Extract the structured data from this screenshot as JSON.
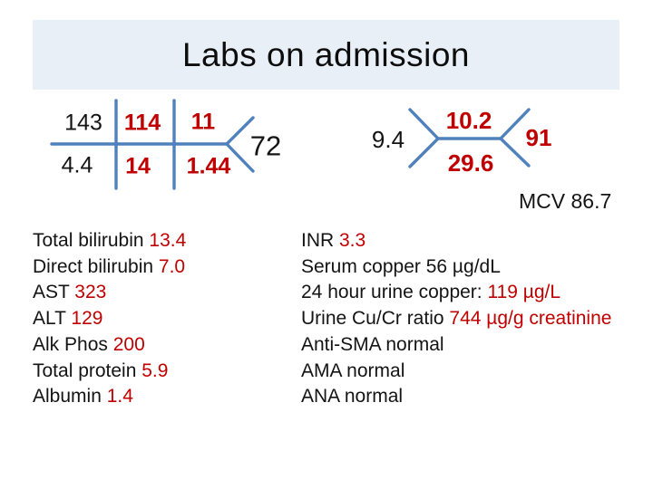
{
  "title": "Labs on admission",
  "colors": {
    "title_band_bg": "#e9eff7",
    "fishbone_line_blue": "#4f81bd",
    "abnormal_red": "#c00000",
    "normal_text": "#141414"
  },
  "bmp_fishbone": {
    "sodium": "143",
    "potassium": "4.4",
    "chloride": "114",
    "bicarbonate": "14",
    "bun": "11",
    "creatinine": "1.44",
    "glucose": "72"
  },
  "cbc_fishbone": {
    "wbc": "9.4",
    "hemoglobin": "10.2",
    "hematocrit": "29.6",
    "platelets": "91",
    "mcv": "MCV 86.7"
  },
  "left_panel": {
    "lines": [
      {
        "label": "Total bilirubin ",
        "value": "13.4"
      },
      {
        "label": "Direct bilirubin ",
        "value": "7.0"
      },
      {
        "label": "AST ",
        "value": "323"
      },
      {
        "label": "ALT ",
        "value": "129"
      },
      {
        "label": "Alk Phos ",
        "value": "200"
      },
      {
        "label": "Total protein ",
        "value": "5.9"
      },
      {
        "label": "Albumin ",
        "value": "1.4"
      }
    ]
  },
  "right_panel": {
    "lines": [
      {
        "label": "INR ",
        "value": "3.3"
      },
      {
        "label": "Serum copper 56 µg/dL",
        "value": ""
      },
      {
        "label": "24 hour urine copper: ",
        "value": "119 µg/L"
      },
      {
        "label": "Urine Cu/Cr ratio ",
        "value": "744 µg/g creatinine"
      },
      {
        "label": "Anti-SMA normal",
        "value": ""
      },
      {
        "label": "AMA normal",
        "value": ""
      },
      {
        "label": "ANA normal",
        "value": ""
      }
    ]
  }
}
